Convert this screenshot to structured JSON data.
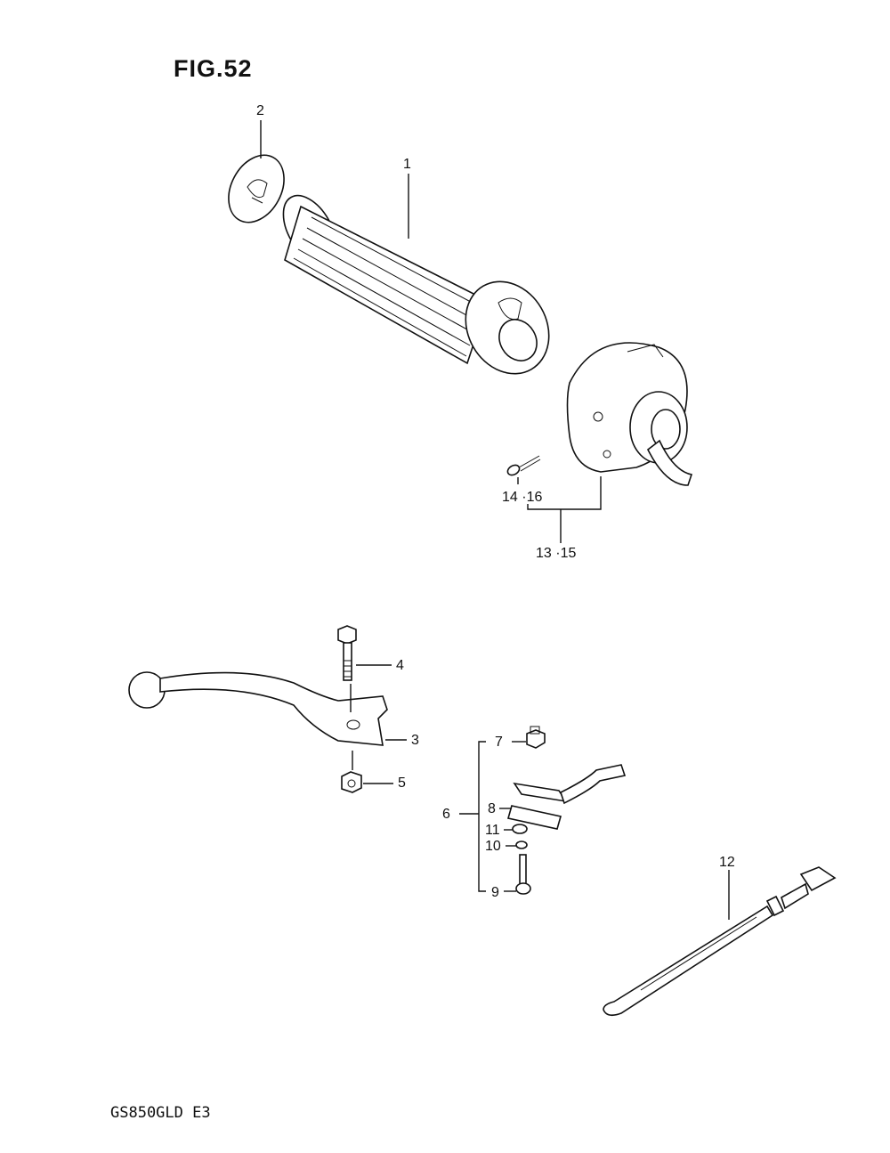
{
  "figure": {
    "title": "FIG.52"
  },
  "footer": {
    "model": "GS850GLD E3"
  },
  "callouts": {
    "c1": "1",
    "c2": "2",
    "c3": "3",
    "c4": "4",
    "c5": "5",
    "c6": "6",
    "c7": "7",
    "c8": "8",
    "c9": "9",
    "c10": "10",
    "c11": "11",
    "c12": "12",
    "c13_15": "13 ·15",
    "c14_16": "14 ·16"
  }
}
